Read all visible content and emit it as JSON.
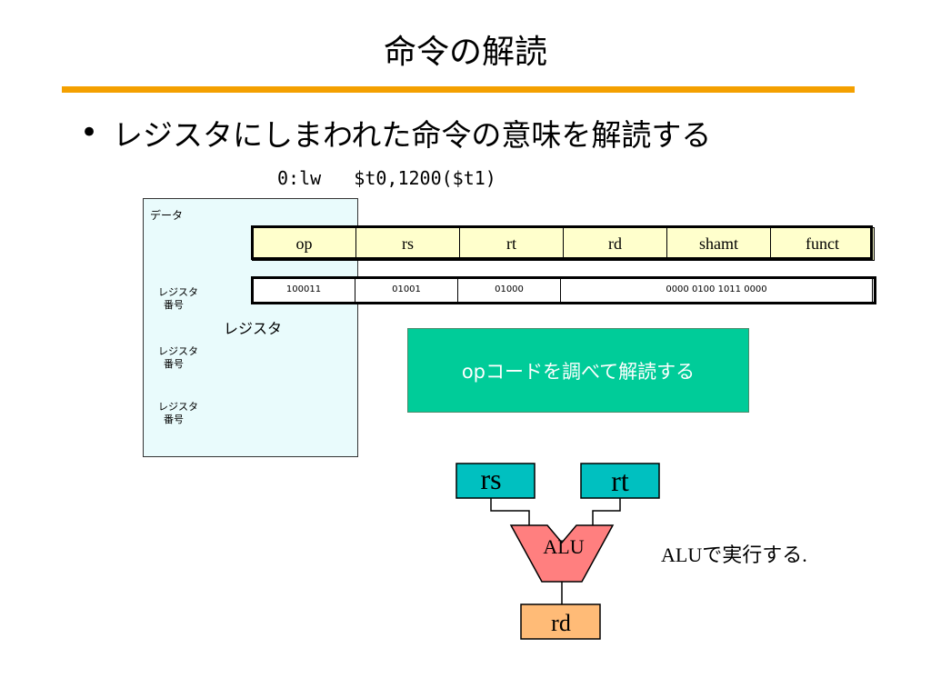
{
  "slide": {
    "title": "命令の解読",
    "bullet": "レジスタにしまわれた命令の意味を解読する",
    "instruction": "0:lw   $t0,1200($t1)"
  },
  "register_file": {
    "data_label": "データ",
    "register_label": "レジスタ",
    "reg_number_lines": [
      "レジスタ",
      "番号"
    ]
  },
  "fields": {
    "names": [
      "op",
      "rs",
      "rt",
      "rd",
      "shamt",
      "funct"
    ],
    "bits": {
      "op": "100011",
      "rs": "01001",
      "rt": "01000",
      "immediate": "0000 0100 1011 0000"
    }
  },
  "decode_box": "opコードを調べて解読する",
  "alu_diagram": {
    "rs": "rs",
    "rt": "rt",
    "alu": "ALU",
    "rd": "rd",
    "note": "ALUで実行する."
  },
  "colors": {
    "title_rule": "#f4a000",
    "register_file_bg": "#e9fbfc",
    "field_header_bg": "#ffffcc",
    "decode_box_bg": "#00cc99",
    "operand_box": "#00c0c0",
    "alu_fill": "#ff7f7f",
    "rd_box": "#ffbb77"
  }
}
